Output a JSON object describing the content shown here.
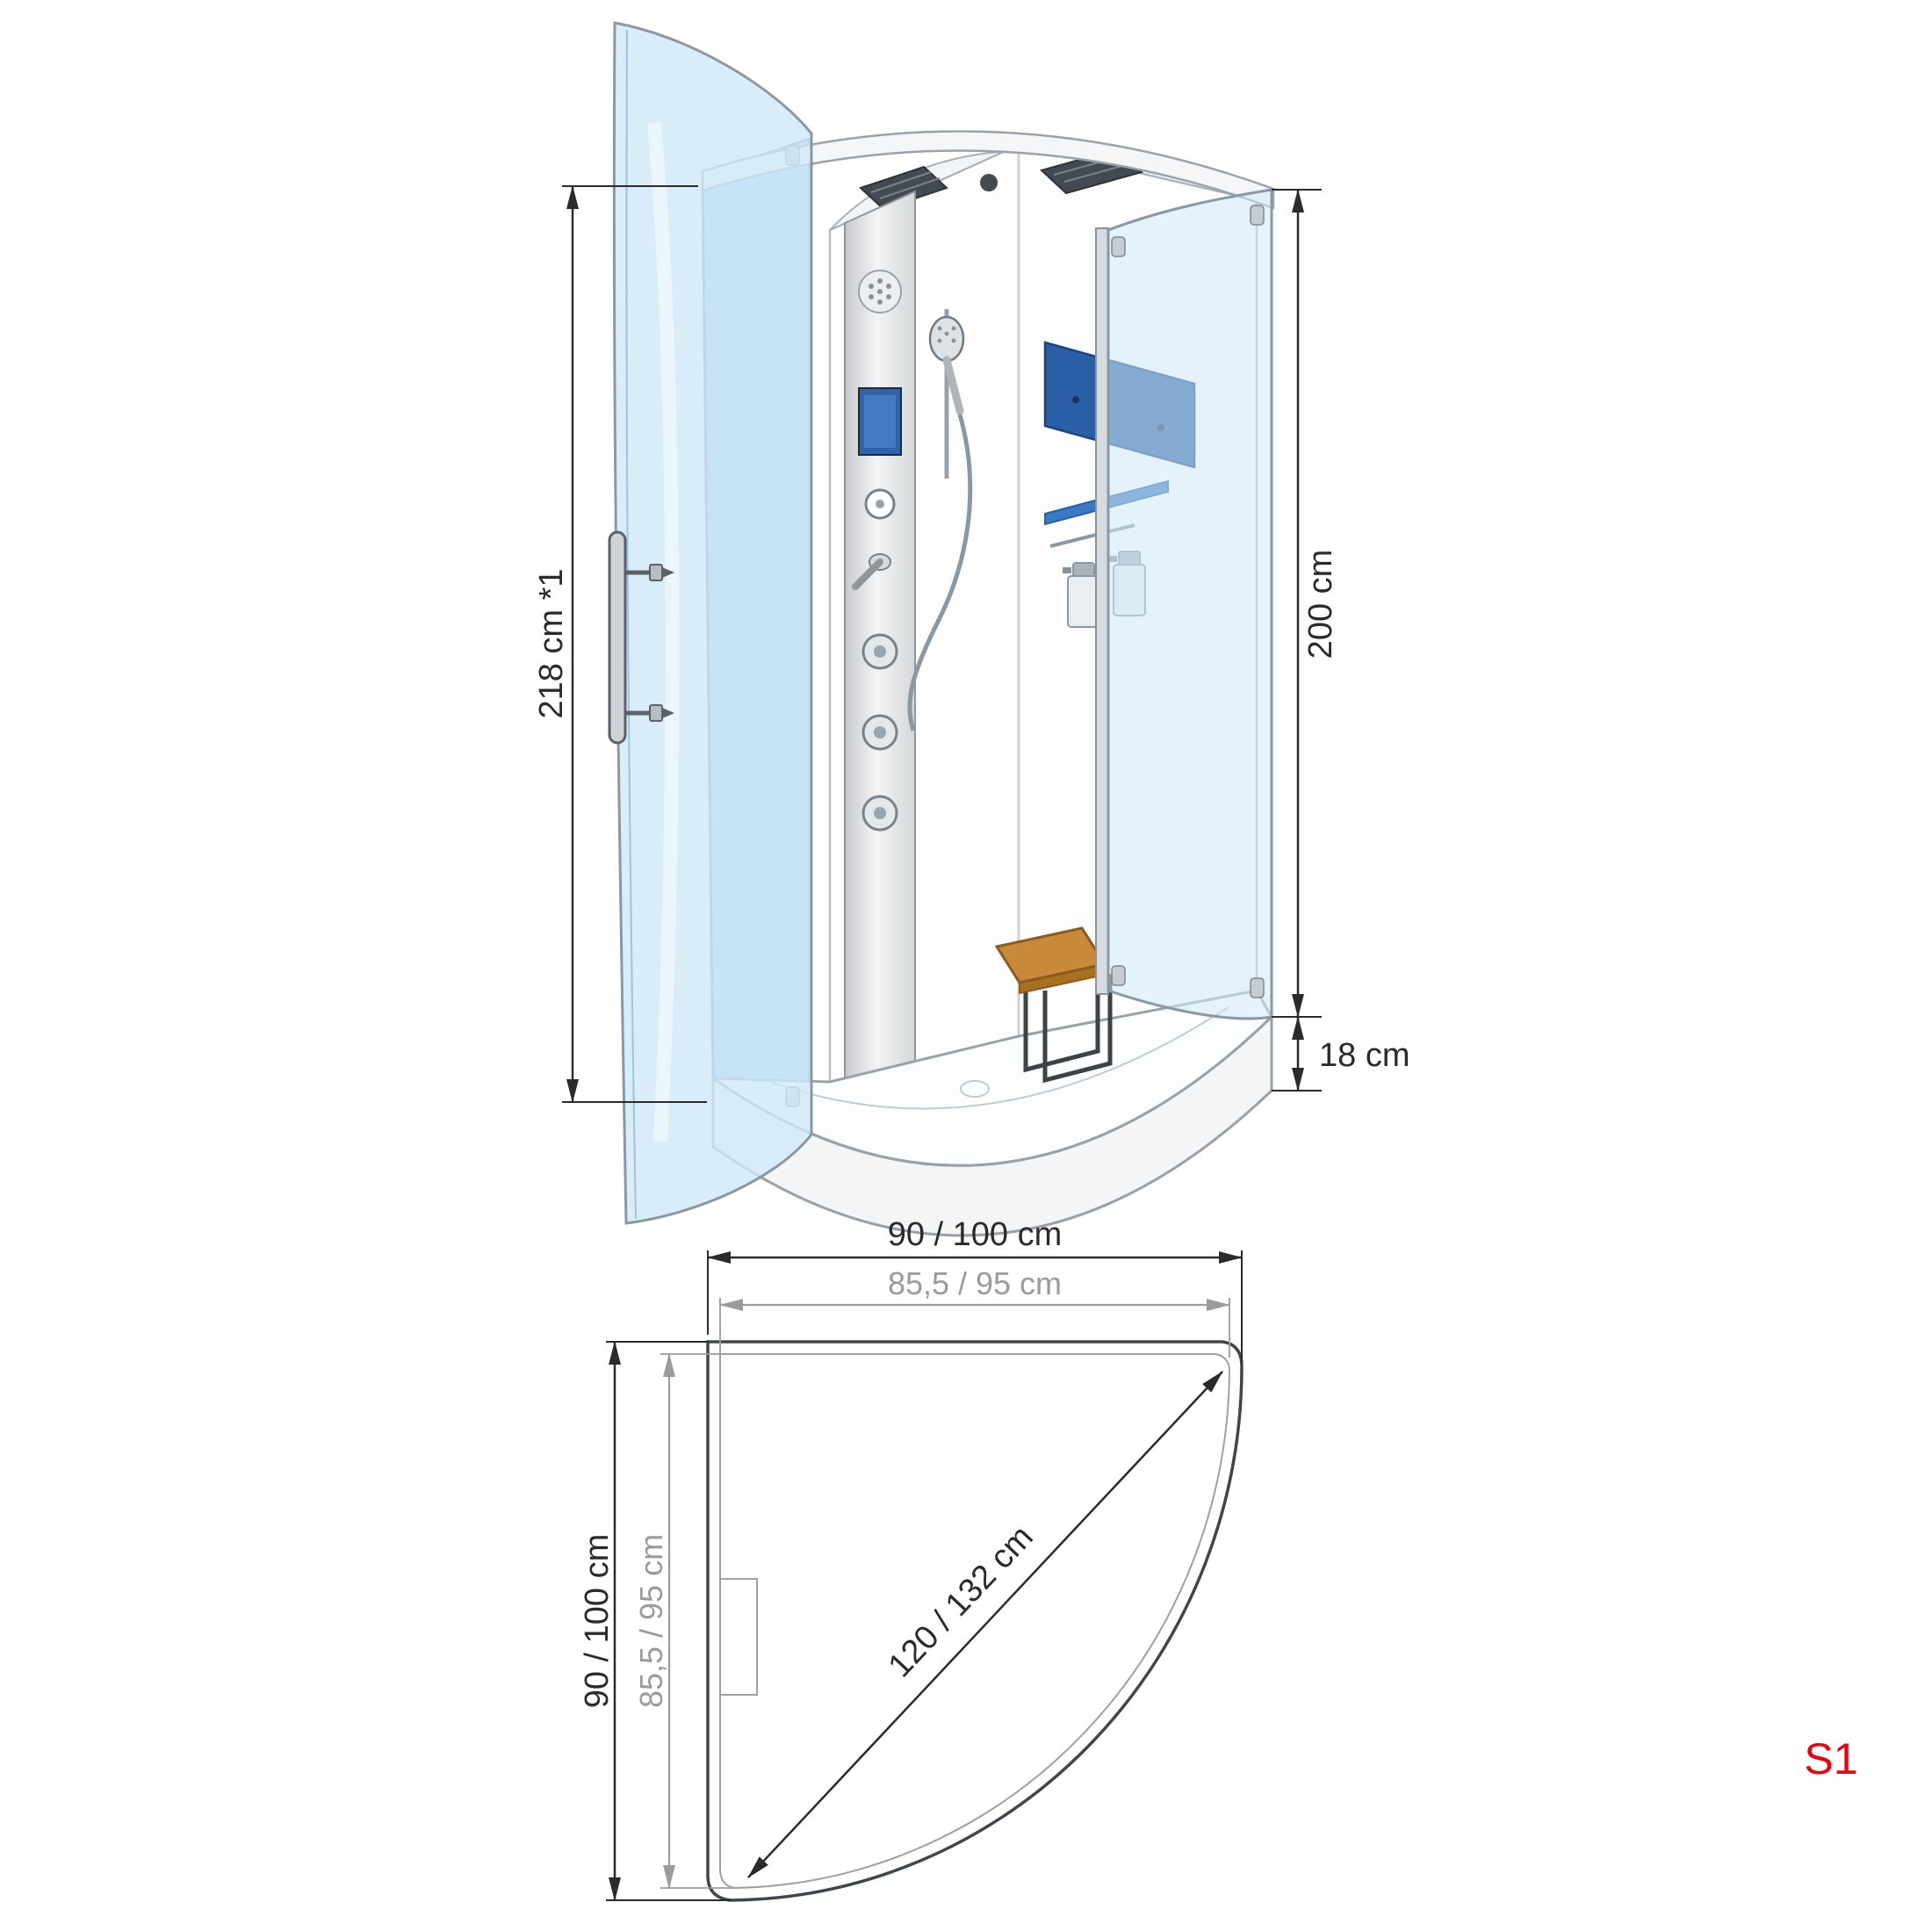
{
  "figure": {
    "model_code": "S1"
  },
  "elevation": {
    "dim_total_height": "218 cm *1",
    "dim_cabin_height": "200 cm",
    "dim_tray_height": "18 cm"
  },
  "plan": {
    "dim_width_outer": "90 / 100 cm",
    "dim_width_inner": "85,5 / 95 cm",
    "dim_depth_outer": "90 / 100 cm",
    "dim_depth_inner": "85,5 / 95 cm",
    "dim_diagonal": "120 / 132 cm"
  },
  "colors": {
    "glass_blue_light": "#cfe9f8",
    "glass_blue_medium": "#a6d3ee",
    "mirror_blue": "#2a5fa5",
    "shelf_blue": "#3a79c3",
    "wood_brown": "#c9893a",
    "dim_line_dark": "#2b2b2b",
    "dim_line_gray": "#9b9b9b",
    "model_code_red": "#e30613"
  }
}
